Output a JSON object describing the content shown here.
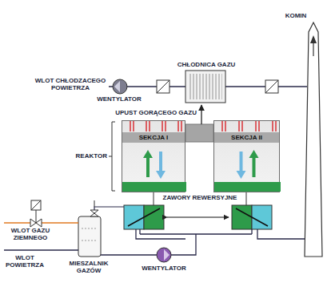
{
  "diagram": {
    "nodes": [
      {
        "text": [
          "SEKCJA I"
        ]
      },
      {
        "text": [
          "SEKCJA II"
        ]
      }
    ],
    "labels": [
      "KOMIN",
      "CHŁODNICA GAZU",
      "WLOT CHŁODZACEGO POWIETRZA",
      "WENTYLATOR",
      "UPUST GORĄCEGO GAZU",
      "REAKTOR",
      "ZAWORY REWERSYJNE",
      "WLOT GAZU ZIEMNEGO",
      "WLOT POWIETRZA",
      "MIESZALNIK GAZÓW",
      "WENTYLATOR"
    ]
  }
}
